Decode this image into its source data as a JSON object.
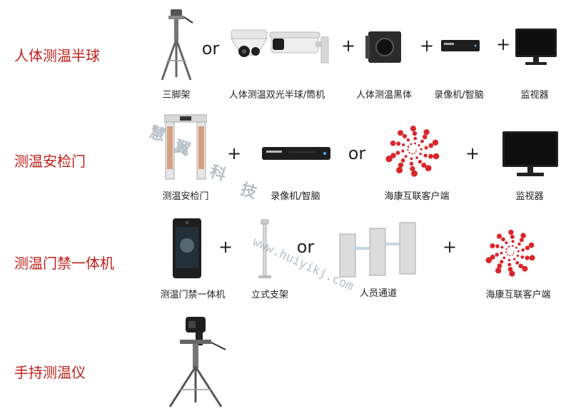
{
  "rows": [
    {
      "title": "人体测温半球",
      "captions": [
        "三脚架",
        "人体测温双光半球/筒机",
        "人体测温黑体",
        "录像机/智脑",
        "监视器"
      ],
      "operators": [
        "or",
        "+",
        "+",
        "+"
      ]
    },
    {
      "title": "测温安检门",
      "captions": [
        "测温安检门",
        "录像机/智脑",
        "海康互联客户端",
        "监视器"
      ],
      "operators": [
        "+",
        "or",
        "+"
      ]
    },
    {
      "title": "测温门禁一体机",
      "captions": [
        "测温门禁一体机",
        "立式支架",
        "人员通道",
        "海康互联客户端"
      ],
      "operators": [
        "+",
        "or",
        "+"
      ]
    },
    {
      "title": "手持测温仪",
      "captions": [],
      "operators": []
    }
  ],
  "watermark": {
    "brand": [
      "慧",
      "翼",
      "科",
      "技"
    ],
    "url": "www.huiyikj.com"
  },
  "colors": {
    "title": "#c0201c",
    "accent_red": "#d9262c",
    "device_dark": "#1e1e1e",
    "watermark": "#7a8c99"
  },
  "icons": [
    "tripod-icon",
    "dome-camera-icon",
    "bullet-camera-icon",
    "blackbody-icon",
    "nvr-icon",
    "monitor-icon",
    "security-gate-icon",
    "hik-connect-logo-icon",
    "access-terminal-icon",
    "stand-pole-icon",
    "turnstile-icon",
    "handheld-thermometer-icon"
  ]
}
